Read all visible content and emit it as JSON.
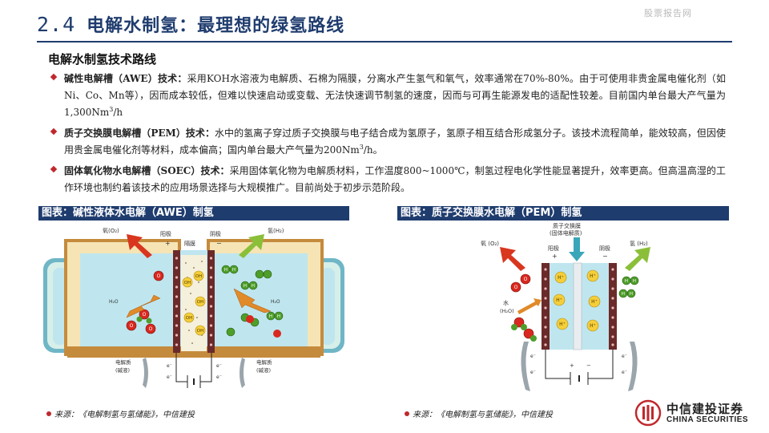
{
  "header": {
    "section_number": "2.4",
    "section_title": "电解水制氢：最理想的绿氢路线",
    "watermark": "股票报告网"
  },
  "subtitle": "电解水制氢技术路线",
  "bullets": [
    {
      "head": "碱性电解槽（AWE）技术：",
      "body": "采用KOH水溶液为电解质、石棉为隔膜，分离水产生氢气和氧气，效率通常在70%-80%。由于可使用非贵金属电催化剂（如Ni、Co、Mn等），因而成本较低，但难以快速启动或变载、无法快速调节制氢的速度，因而与可再生能源发电的适配性较差。目前国内单台最大产气量为1,300Nm",
      "sup": "3",
      "tail": "/h"
    },
    {
      "head": "质子交换膜电解槽（PEM）技术：",
      "body": "水中的氢离子穿过质子交换膜与电子结合成为氢原子，氢原子相互结合形成氢分子。该技术流程简单，能效较高，但因使用贵金属电催化剂等材料，成本偏高；国内单台最大产气量为200Nm",
      "sup": "3",
      "tail": "/h。"
    },
    {
      "head": "固体氧化物水电解槽（SOEC）技术：",
      "body": "采用固体氧化物为电解质材料，工作温度800~1000℃，制氢过程电化学性能显著提升，效率更高。但高温高湿的工作环境也制约着该技术的应用场景选择与大规模推广。目前尚处于初步示范阶段。",
      "sup": "",
      "tail": ""
    }
  ],
  "figures": {
    "left": {
      "caption": "图表：碱性液体水电解（AWE）制氢",
      "labels": {
        "oxygen": "氧(O₂)",
        "hydrogen": "氢(H₂)",
        "anode": "阳极",
        "anode_sign": "+",
        "diaphragm": "隔膜",
        "cathode": "阴极",
        "cathode_sign": "−",
        "electrolyte": "电解质",
        "alkali": "(碱液)",
        "water": "H₂O",
        "electron": "e⁻",
        "oh": "OH",
        "o": "O",
        "h": "H"
      },
      "source": "来源：《电解制氢与氢储能》，中信建投"
    },
    "right": {
      "caption": "图表：质子交换膜水电解（PEM）制氢",
      "labels": {
        "pem": "质子交换膜",
        "pem_solid": "(固体电解质)",
        "anode": "阳极",
        "anode_sign": "+",
        "cathode": "阴极",
        "cathode_sign": "−",
        "oxygen": "氧 (O₂)",
        "hydrogen": "氢 (H₂)",
        "water": "水",
        "water_formula": "(H₂O)",
        "proton": "H⁺",
        "electron": "e⁻",
        "o": "O",
        "h": "H"
      },
      "source": "来源：《电解制氢与氢储能》，中信建投"
    }
  },
  "logo": {
    "cn": "中信建投证券",
    "en": "CHINA SECURITIES"
  },
  "colors": {
    "navy": "#1f3c6e",
    "red": "#c0282d",
    "electrolyte": "#bfe6ef",
    "tank_frame": "#c58b3d",
    "electrode": "#6b2a2a",
    "oxygen_arrow": "#d9361f",
    "hydrogen_arrow": "#8bbf3a",
    "pem_arrow": "#3aa6b9"
  }
}
